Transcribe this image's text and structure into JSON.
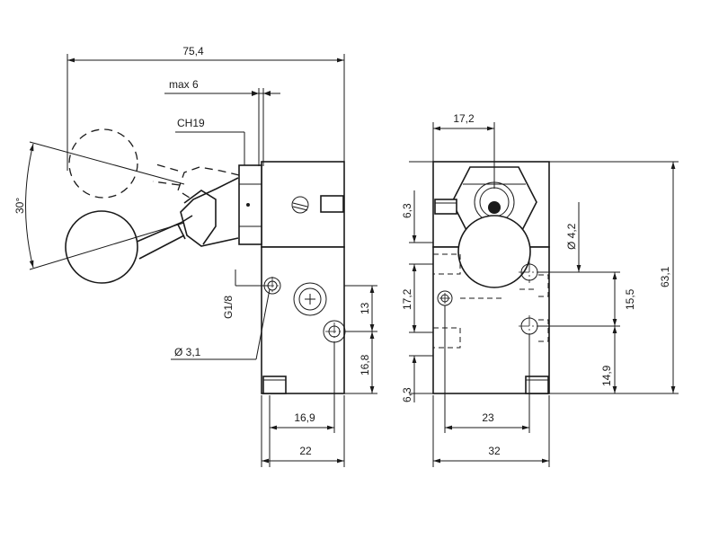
{
  "dimensions": {
    "overall_length": "75,4",
    "max_travel": "max 6",
    "wrench_size": "CH19",
    "lever_angle": "30°",
    "port_thread": "G1/8",
    "small_hole": "Ø 3,1",
    "port_spacing": "13",
    "port_height": "16,8",
    "port_offset": "16,9",
    "front_width": "22",
    "actuator_offset": "17,2",
    "top_offset": "6,3",
    "left_port_height": "17,2",
    "bottom_offset": "6,3",
    "mount_hole": "Ø 4,2",
    "hole_spacing": "15,5",
    "overall_height": "63,1",
    "hole_height": "14,9",
    "hole_distance": "23",
    "side_width": "32"
  }
}
